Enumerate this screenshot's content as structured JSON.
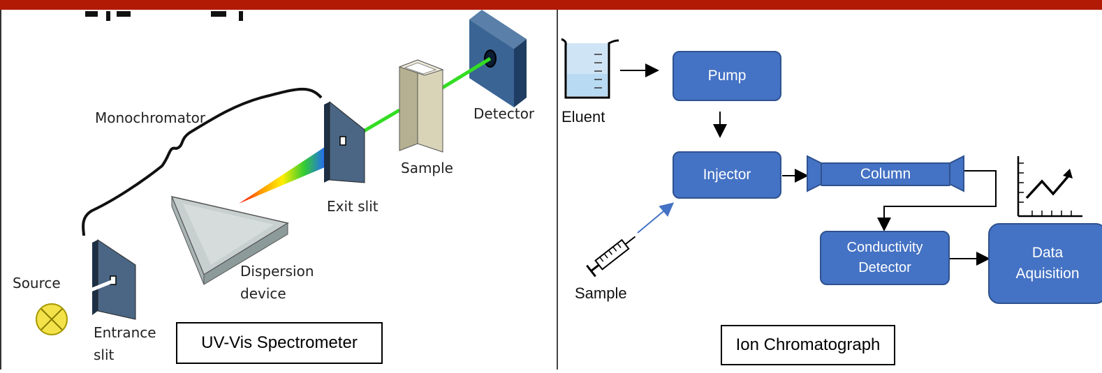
{
  "colors": {
    "top_bar": "#b21a05",
    "box_fill": "#4472c4",
    "box_border": "#2f528f",
    "beam": "#33dd22",
    "source": "#f4e24b"
  },
  "uv_vis": {
    "caption": "UV-Vis Spectrometer",
    "labels": {
      "monochromator": "Monochromator",
      "detector": "Detector",
      "sample": "Sample",
      "exit_slit": "Exit slit",
      "dispersion_1": "Dispersion",
      "dispersion_2": "device",
      "source": "Source",
      "entrance_1": "Entrance",
      "entrance_2": "slit"
    }
  },
  "ion_chrom": {
    "caption": "Ion Chromatograph",
    "labels": {
      "eluent": "Eluent",
      "sample": "Sample"
    },
    "boxes": {
      "pump": "Pump",
      "injector": "Injector",
      "column": "Column",
      "conductivity": "Conductivity\nDetector",
      "data": "Data\nAquisition"
    }
  }
}
